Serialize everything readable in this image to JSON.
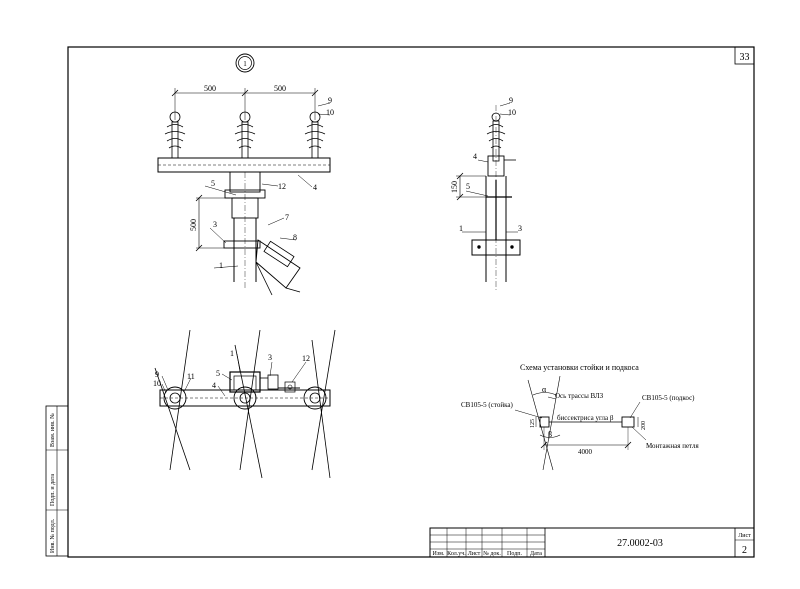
{
  "sheet": {
    "number": "33",
    "doc_code": "27.0002-03",
    "list_label": "Лист",
    "list_value": "2"
  },
  "side_stamp": {
    "inv_orig": "Инв. № подл.",
    "sign_date": "Подп. и дата",
    "inv_dup": "Взам. инв. №"
  },
  "title_block_headers": [
    "Изм.",
    "Кол.уч.",
    "Лист",
    "№ док.",
    "Подп.",
    "Дата"
  ],
  "front_view": {
    "view_marker": "1",
    "dim_left": "500",
    "dim_right": "500",
    "dim_vertical": "500",
    "callouts": [
      "1",
      "3",
      "4",
      "5",
      "7",
      "8",
      "9",
      "10",
      "12"
    ]
  },
  "side_view": {
    "dim_vertical": "150",
    "callouts": [
      "1",
      "3",
      "4",
      "5",
      "9",
      "10"
    ]
  },
  "plan_view": {
    "callouts": [
      "1",
      "3",
      "4",
      "5",
      "9",
      "10",
      "11",
      "12"
    ]
  },
  "scheme": {
    "title": "Схема установки стойки и подкоса",
    "label_stand": "СВ105-5 (стойка)",
    "label_axis": "Ось трассы ВЛЗ",
    "label_strut": "СВ105-5 (подкос)",
    "label_bisector": "биссектриса угла β",
    "label_loop": "Монтажная петля",
    "alpha": "α",
    "beta": "β",
    "dim_4000": "4000",
    "dim_125": "125",
    "dim_200": "200"
  }
}
